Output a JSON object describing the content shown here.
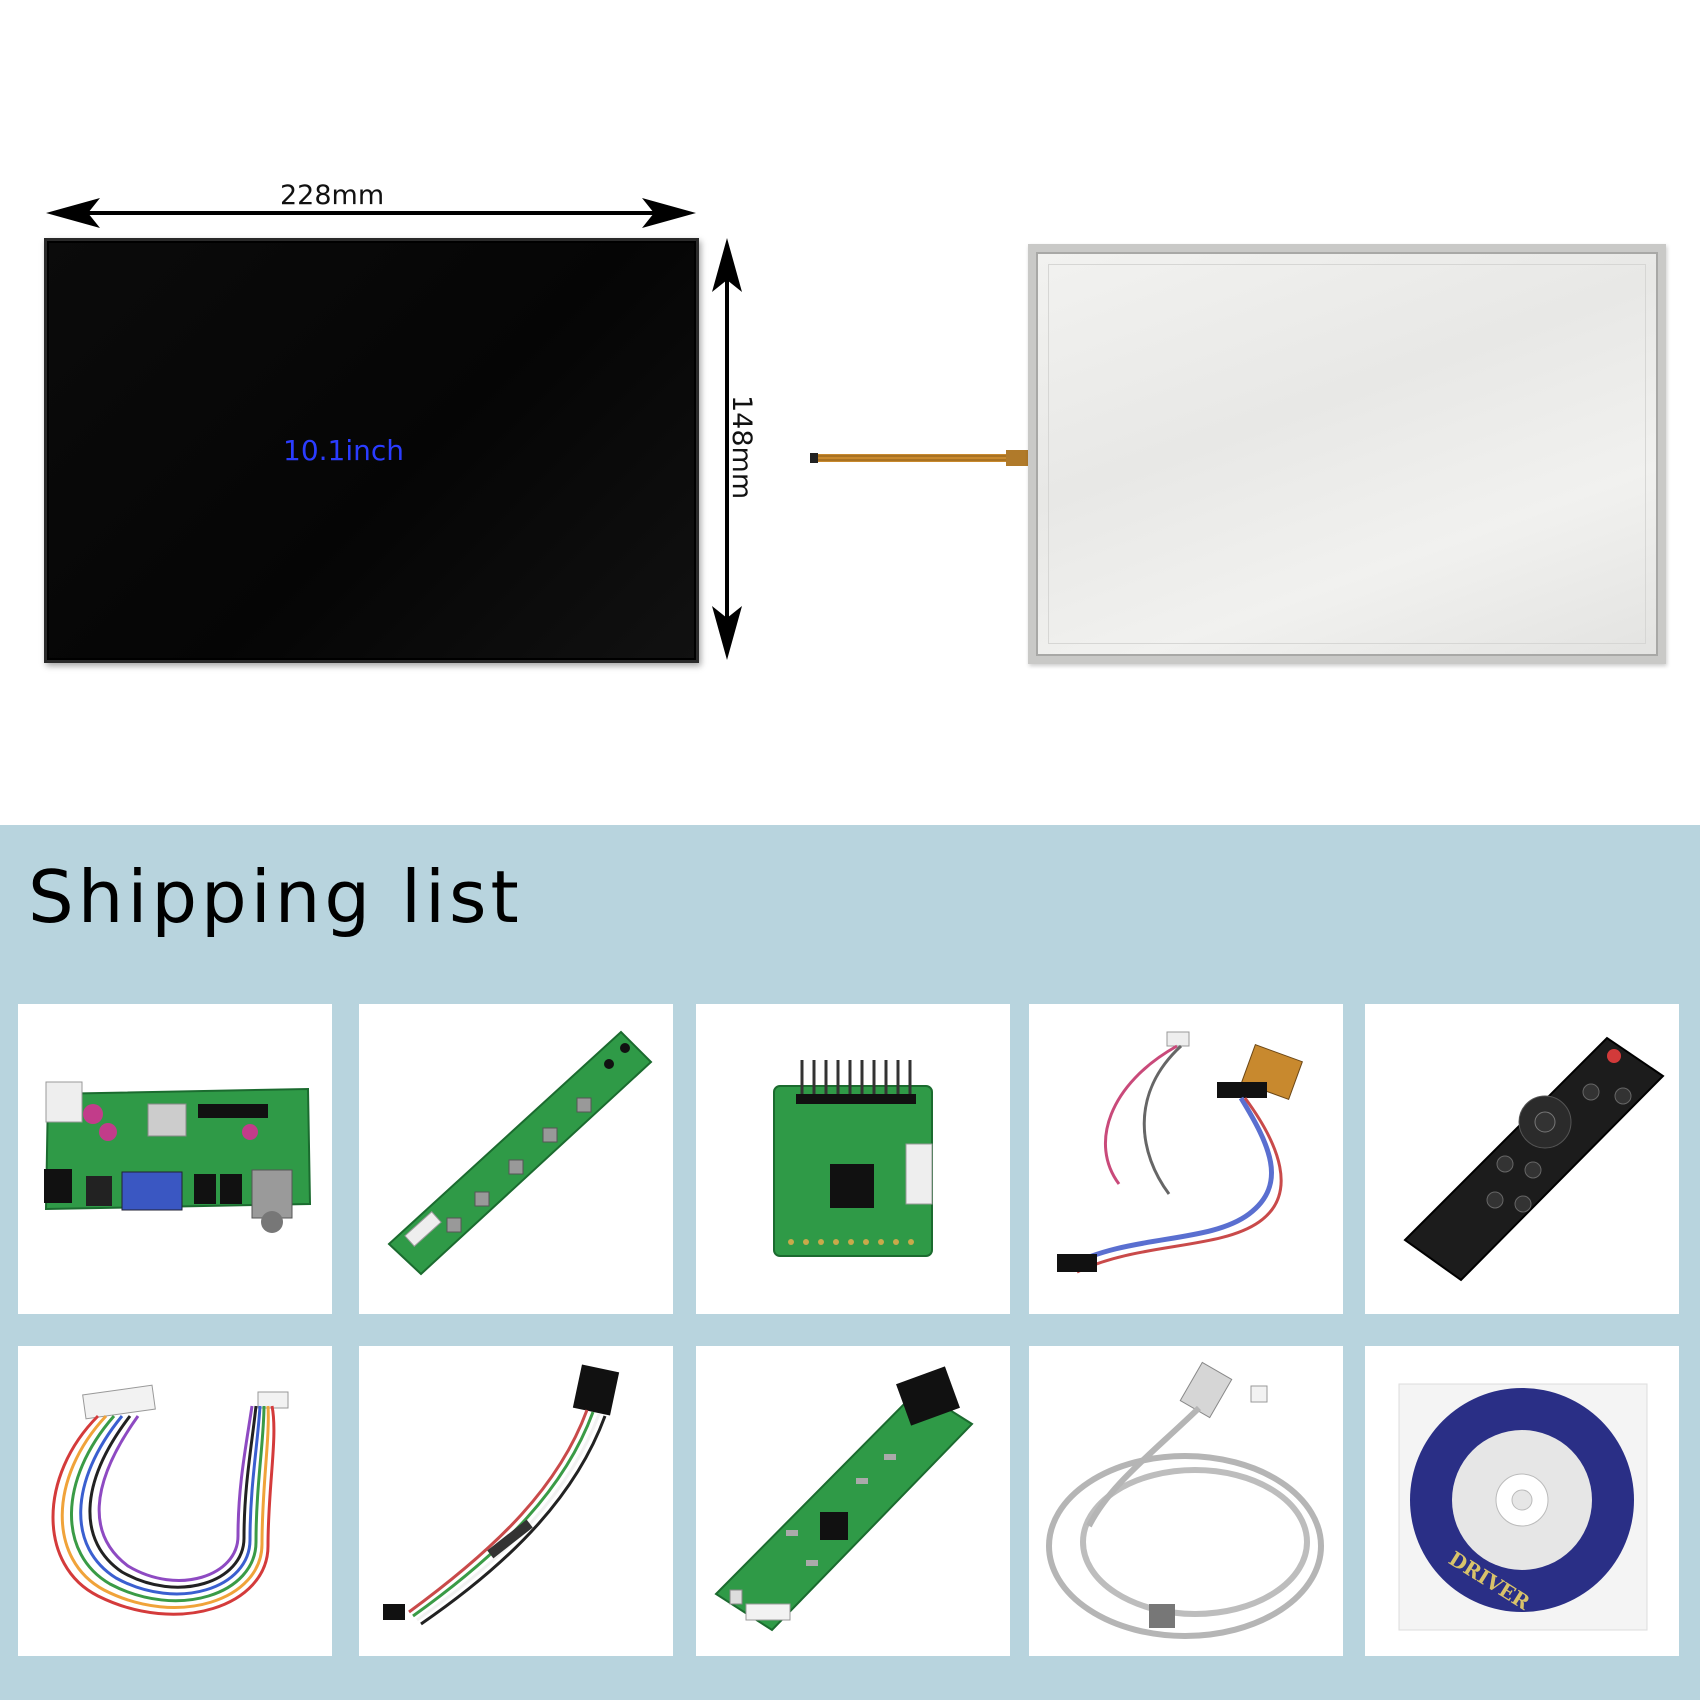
{
  "product": {
    "lcd_width": "228mm",
    "lcd_height": "148mm",
    "lcd_size": "10.1inch"
  },
  "shipping": {
    "title": "Shipping list",
    "items": [
      {
        "icon": "controller-board-icon"
      },
      {
        "icon": "keypad-board-icon"
      },
      {
        "icon": "touch-controller-board-icon"
      },
      {
        "icon": "lvds-cable-icon"
      },
      {
        "icon": "remote-control-icon"
      },
      {
        "icon": "wire-harness-icon"
      },
      {
        "icon": "four-pin-cable-icon"
      },
      {
        "icon": "inverter-board-icon"
      },
      {
        "icon": "usb-cable-icon"
      },
      {
        "icon": "driver-cd-icon",
        "label": "DRIVER"
      }
    ]
  },
  "colors": {
    "shipping_bg": "#b8d4de",
    "size_label": "#2a3cff",
    "pcb_green": "#2f9a47"
  }
}
